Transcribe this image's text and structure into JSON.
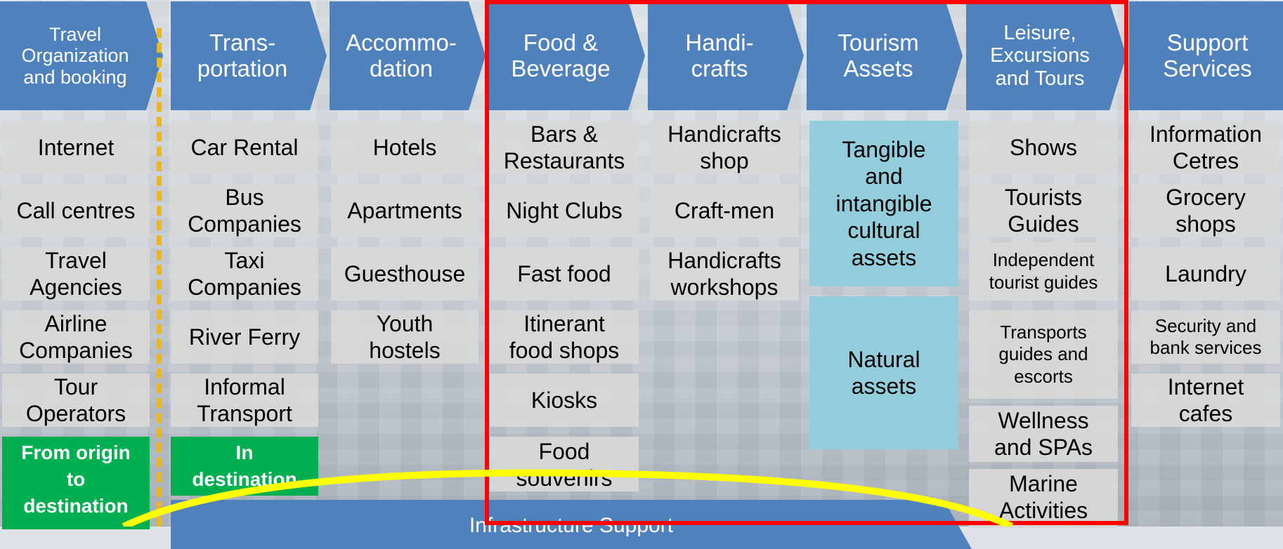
{
  "headers": [
    {
      "label": "Travel\nOrganization\nand booking"
    },
    {
      "label": "Trans-\nportation"
    },
    {
      "label": "Accommo-\ndation"
    },
    {
      "label": "Food &\nBeverage"
    },
    {
      "label": "Handi-\ncrafts"
    },
    {
      "label": "Tourism\nAssets"
    },
    {
      "label": "Leisure,\nExcursions\nand Tours"
    },
    {
      "label": "Support\nServices"
    }
  ],
  "travel": [
    "Internet",
    "Call centres",
    "Travel\nAgencies",
    "Airline\nCompanies",
    "Tour\nOperators"
  ],
  "travel_tag": "From origin\nto\ndestination",
  "transport": [
    "Car Rental",
    "Bus\nCompanies",
    "Taxi\nCompanies",
    "River Ferry",
    "Informal\nTransport"
  ],
  "transport_tag": "In\ndestination",
  "accommodation": [
    "Hotels",
    "Apartments",
    "Guesthouse",
    "Youth\nhostels"
  ],
  "food": [
    "Bars &\nRestaurants",
    "Night Clubs",
    "Fast food",
    "Itinerant\nfood shops",
    "Kiosks",
    "Food\nsouvenirs"
  ],
  "handicrafts": [
    "Handicrafts\nshop",
    "Craft-men",
    "Handicrafts\nworkshops"
  ],
  "assets": [
    "Tangible\nand\nintangible\ncultural\nassets",
    "Natural\nassets"
  ],
  "leisure": [
    "Shows",
    "Tourists\nGuides",
    "Independent\ntourist guides",
    "Transports\nguides and\nescorts",
    "Wellness\nand SPAs",
    "Marine\nActivities"
  ],
  "support": [
    "Information\nCetres",
    "Grocery\nshops",
    "Laundry",
    "Security and\nbank services",
    "Internet\ncafes"
  ],
  "infrastructure": "Infrastructure Support",
  "colors": {
    "chevron": "#4f81bd",
    "cell": "#d8d8d8",
    "asset": "#92cddc",
    "tag": "#00b050",
    "frame": "#ff0000",
    "ellipse": "#ffff00",
    "divider": "#f5b800"
  }
}
